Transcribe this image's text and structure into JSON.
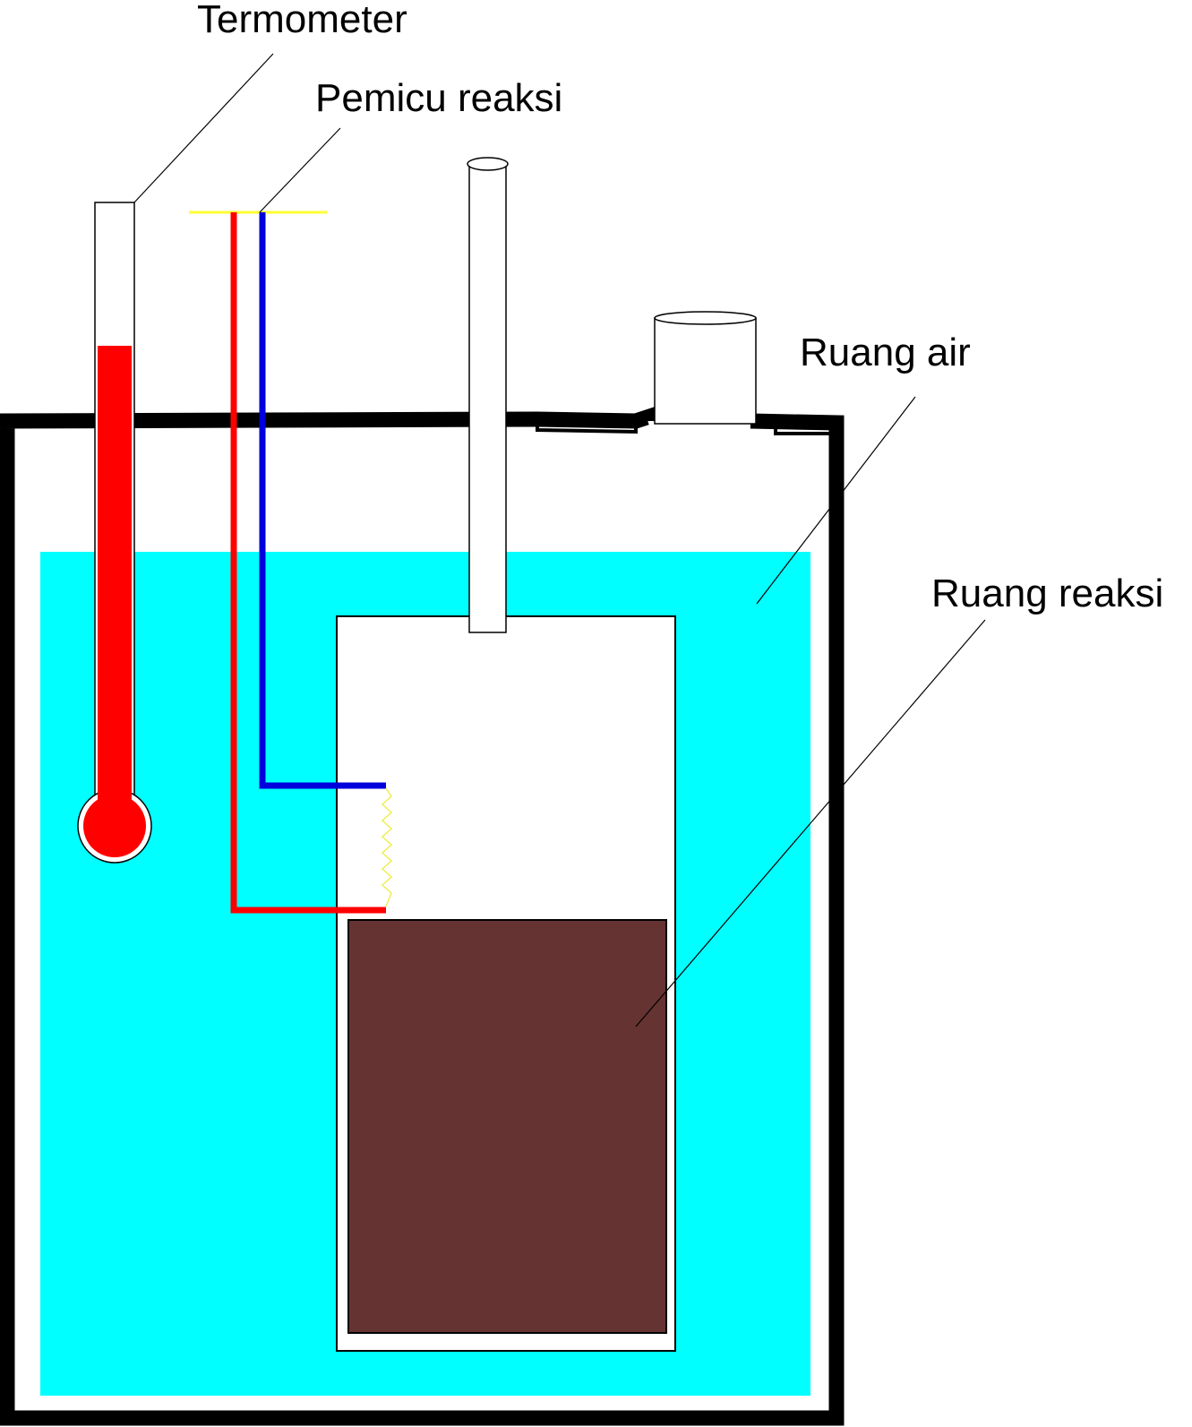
{
  "labels": {
    "thermometer": "Termometer",
    "igniter": "Pemicu reaksi",
    "water_chamber": "Ruang air",
    "reaction_chamber": "Ruang reaksi"
  },
  "colors": {
    "water": "#00ffff",
    "thermometer_fluid": "#ff0000",
    "igniter_wire_red": "#ff0000",
    "igniter_wire_blue": "#0000dd",
    "igniter_bar": "#ffff33",
    "sample": "#663333",
    "outline": "#000000",
    "background": "#ffffff"
  }
}
